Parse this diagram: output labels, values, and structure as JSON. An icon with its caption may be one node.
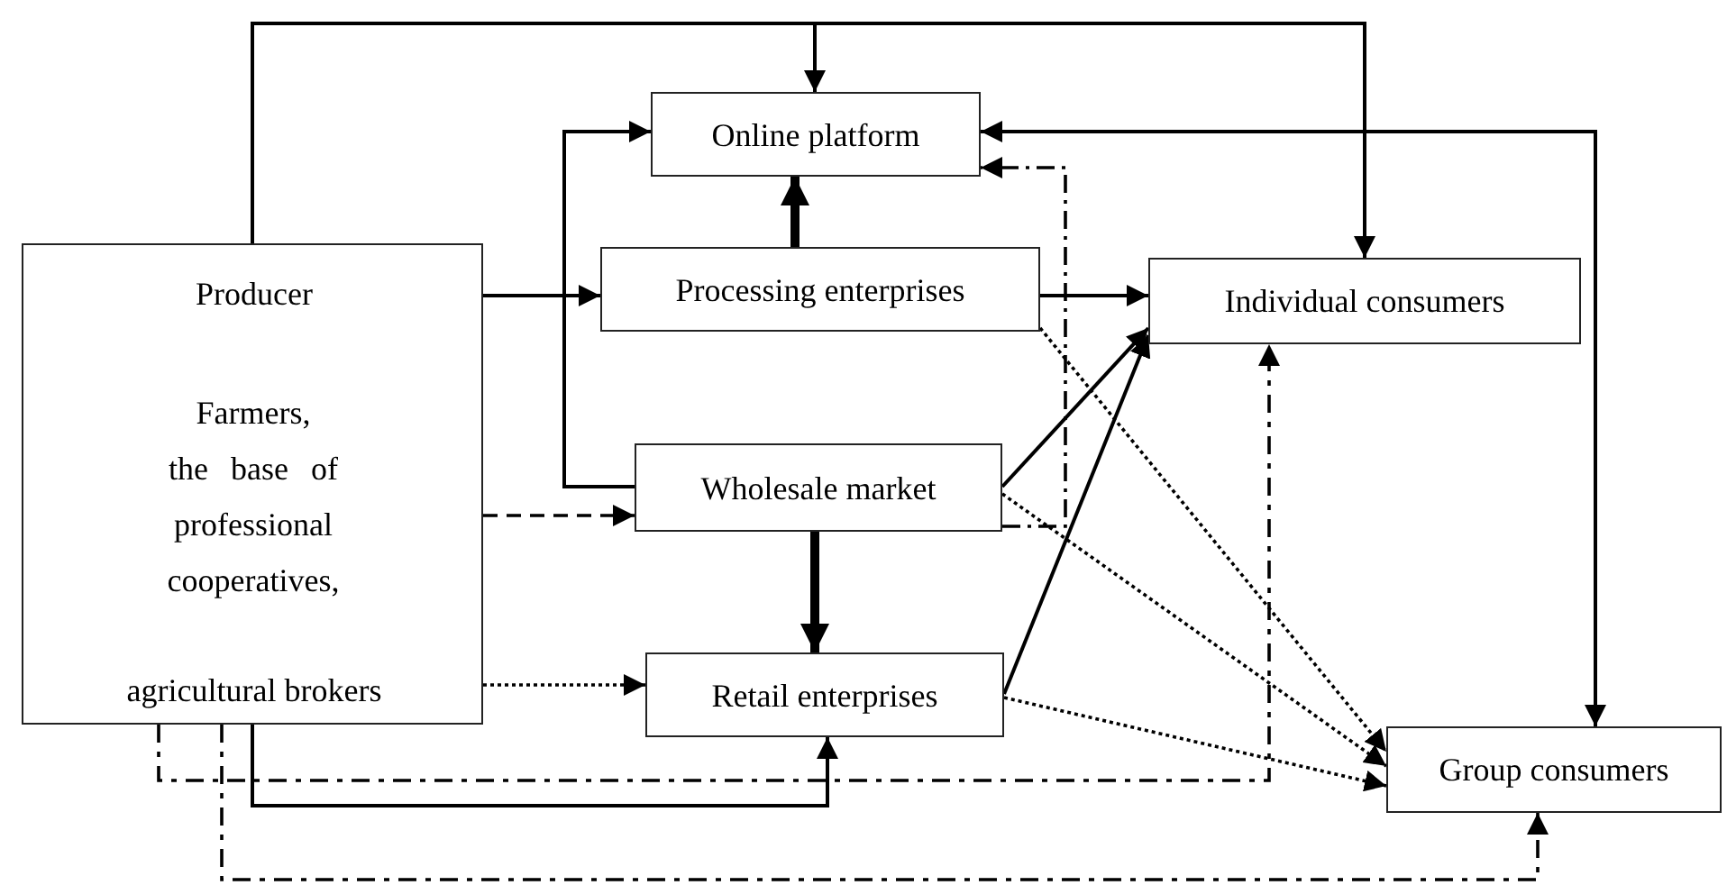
{
  "diagram": {
    "nodes": [
      {
        "text": [
          "Producer",
          "Farmers, the base of professional cooperatives,",
          "agricultural brokers"
        ]
      },
      {
        "text": [
          "Online platform"
        ]
      },
      {
        "text": [
          "Processing enterprises"
        ]
      },
      {
        "text": [
          "Individual consumers"
        ]
      },
      {
        "text": [
          "Wholesale market"
        ]
      },
      {
        "text": [
          "Retail enterprises"
        ]
      },
      {
        "text": [
          "Group consumers"
        ]
      }
    ],
    "edges": [
      {
        "from": 0,
        "to": 1,
        "arrow": "to"
      },
      {
        "from": 0,
        "to": 3,
        "arrow": "to"
      },
      {
        "from": 0,
        "to": 2,
        "arrow": "to"
      },
      {
        "from": 4,
        "to": 1,
        "arrow": "to"
      },
      {
        "from": 2,
        "to": 1,
        "arrow": "to",
        "style": "thick"
      },
      {
        "from": 2,
        "to": 3,
        "arrow": "to"
      },
      {
        "from": 1,
        "to": 6,
        "arrow": "both"
      },
      {
        "from": 4,
        "to": 1,
        "arrow": "to",
        "style": "dashed"
      },
      {
        "from": 0,
        "to": 4,
        "arrow": "to",
        "style": "dashed"
      },
      {
        "from": 4,
        "to": 5,
        "arrow": "to",
        "style": "thick"
      },
      {
        "from": 0,
        "to": 5,
        "arrow": "to",
        "style": "dashed"
      },
      {
        "from": 4,
        "to": 3,
        "arrow": "to"
      },
      {
        "from": 5,
        "to": 3,
        "arrow": "to"
      },
      {
        "from": 2,
        "to": 6,
        "arrow": "to",
        "style": "dashed"
      },
      {
        "from": 4,
        "to": 6,
        "arrow": "to",
        "style": "dashed"
      },
      {
        "from": 5,
        "to": 6,
        "arrow": "to",
        "style": "dashed"
      },
      {
        "from": 0,
        "to": 5,
        "arrow": "to"
      },
      {
        "from": 0,
        "to": 3,
        "arrow": "to",
        "style": "dashed"
      },
      {
        "from": 0,
        "to": 6,
        "arrow": "to",
        "style": "dashed"
      }
    ]
  }
}
